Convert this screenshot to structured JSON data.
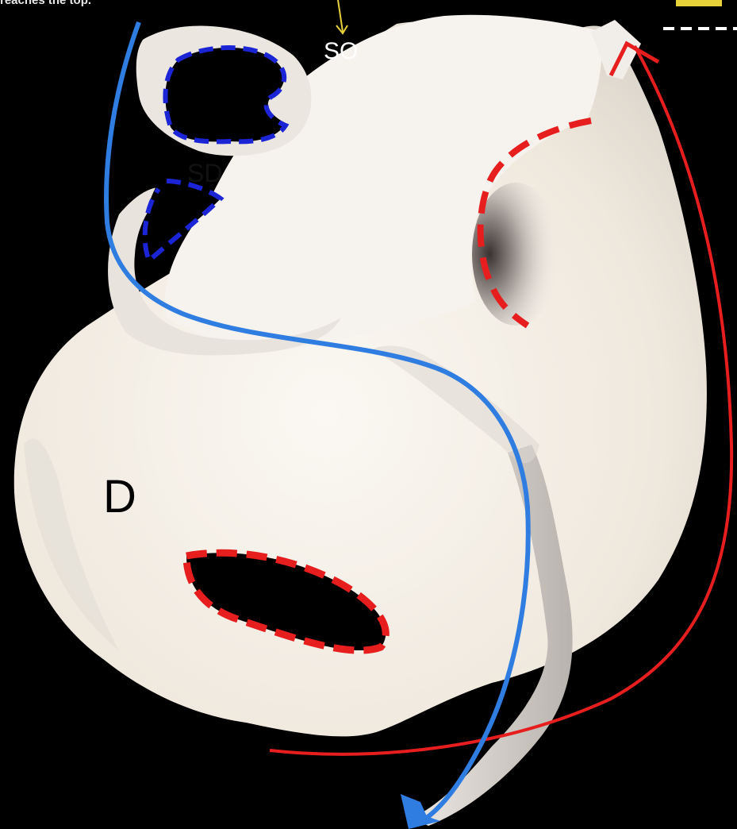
{
  "caption": "reaches the top.",
  "labels": {
    "so": "SO",
    "sd": "SD",
    "d": "D"
  },
  "colors": {
    "background": "#000000",
    "paper": "#f3efe9",
    "blue_arrow": "#2f7de0",
    "blue_dash": "#1b25d6",
    "red": "#e61e1e",
    "yellow": "#e8d23a",
    "white_dash": "#ffffff"
  }
}
